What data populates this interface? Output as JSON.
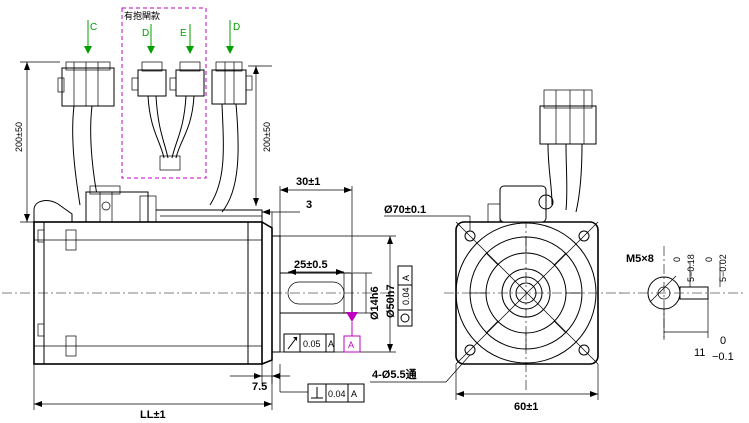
{
  "labels": {
    "conn_c": "C",
    "conn_d1": "D",
    "conn_e": "E",
    "conn_d2": "D",
    "brake_note": "有抱閘款",
    "cable_left": "200±50",
    "cable_right": "200±50",
    "dim_30": "30±1",
    "dim_3": "3",
    "dim_25": "25±0.5",
    "dim_shaft": "Ø14h6",
    "dim_pilot": "Ø50h7",
    "dim_7_5": "7.5",
    "dim_ll": "LL±1",
    "dim_bolt_circle": "Ø70±0.1",
    "dim_holes": "4-Ø5.5通",
    "dim_60": "60±1",
    "dim_thread": "M5×8",
    "dim_11": "11",
    "tol_0": "0",
    "tol_minus_01": "−0.1",
    "key_tol_top": "0",
    "key_tol_bot": "5−0.18",
    "key_tol2_top": "0",
    "key_tol2_bot": "5−0.02",
    "gdt_runout_val": "0.05",
    "gdt_runout_ref": "A",
    "gdt_perp_val": "0.04",
    "gdt_perp_ref": "A",
    "gdt_circ_val": "0.04",
    "gdt_circ_ref": "A",
    "datum_a": "A"
  },
  "colors": {
    "line": "#000000",
    "connector_arrow": "#00a000",
    "brake_box": "#c000c0"
  }
}
